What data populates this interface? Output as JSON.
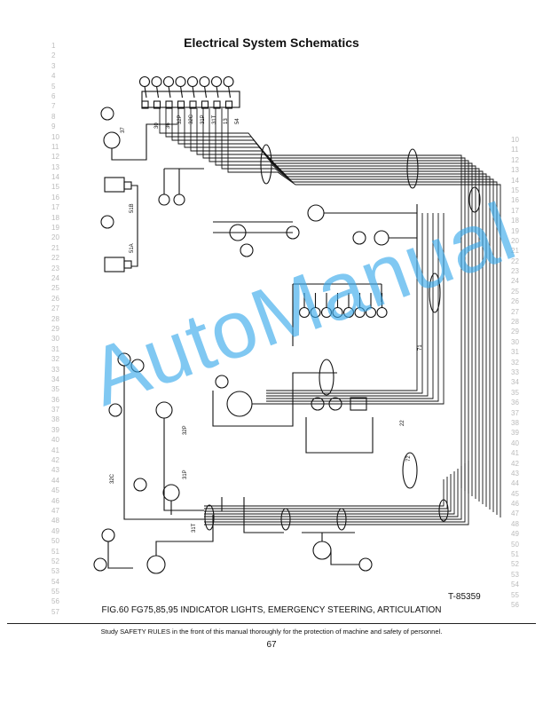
{
  "header": {
    "title": "Electrical System Schematics"
  },
  "ruler": {
    "left": [
      "1",
      "2",
      "3",
      "4",
      "5",
      "6",
      "7",
      "8",
      "9",
      "10",
      "11",
      "12",
      "13",
      "14",
      "15",
      "16",
      "17",
      "18",
      "19",
      "20",
      "21",
      "22",
      "23",
      "24",
      "25",
      "26",
      "27",
      "28",
      "29",
      "30",
      "31",
      "32",
      "33",
      "34",
      "35",
      "36",
      "37",
      "38",
      "39",
      "40",
      "41",
      "42",
      "43",
      "44",
      "45",
      "46",
      "47",
      "48",
      "49",
      "50",
      "51",
      "52",
      "53",
      "54",
      "55",
      "56",
      "57"
    ],
    "right": [
      "10",
      "11",
      "12",
      "13",
      "14",
      "15",
      "16",
      "17",
      "18",
      "19",
      "20",
      "21",
      "22",
      "23",
      "24",
      "25",
      "26",
      "27",
      "28",
      "29",
      "30",
      "31",
      "32",
      "33",
      "34",
      "35",
      "36",
      "37",
      "38",
      "39",
      "40",
      "41",
      "42",
      "43",
      "44",
      "45",
      "46",
      "47",
      "48",
      "49",
      "50",
      "51",
      "52",
      "53",
      "54",
      "55",
      "56"
    ]
  },
  "diagram": {
    "wire_labels": [
      "30",
      "36",
      "32P",
      "32C",
      "31P",
      "31T",
      "13",
      "54",
      "37",
      "51B",
      "51A",
      "22",
      "71",
      "31T",
      "32C",
      "32P",
      "31P",
      "72"
    ]
  },
  "figure": {
    "number": "T-85359",
    "caption": "FIG.60  FG75,85,95 INDICATOR LIGHTS, EMERGENCY STEERING, ARTICULATION"
  },
  "watermark": "AutoManual",
  "footer": {
    "notice": "Study SAFETY RULES in the front of this manual thoroughly for the protection of machine and safety of personnel.",
    "page_number": "67"
  }
}
